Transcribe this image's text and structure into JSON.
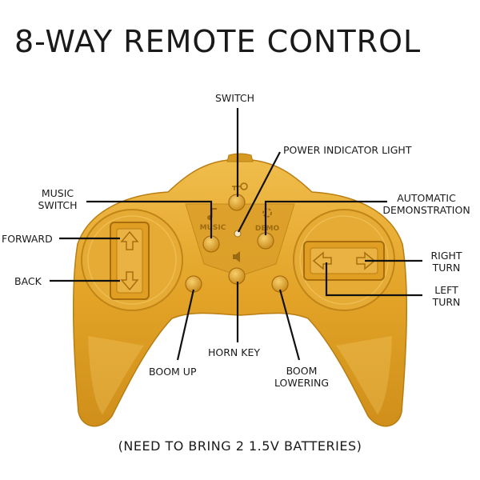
{
  "title": "8-WAY REMOTE CONTROL",
  "footer": "(NEED TO BRING 2 1.5V BATTERIES)",
  "colors": {
    "body": "#e3a428",
    "body_light": "#f3c964",
    "body_dark": "#b97d12",
    "line": "#111111"
  },
  "labels": {
    "switch": "SWITCH",
    "power_indicator": "POWER INDICATOR LIGHT",
    "music_switch": [
      "MUSIC",
      "SWITCH"
    ],
    "automatic_demo": [
      "AUTOMATIC",
      "DEMONSTRATION"
    ],
    "forward": "FORWARD",
    "back": "BACK",
    "right_turn": [
      "RIGHT",
      "TURN"
    ],
    "left_turn": [
      "LEFT",
      "TURN"
    ],
    "horn_key": "HORN KEY",
    "boom_up": "BOOM UP",
    "boom_lowering": [
      "BOOM",
      "LOWERING"
    ]
  },
  "button_marks": {
    "music": "MUSIC",
    "demo": "DEMO"
  }
}
